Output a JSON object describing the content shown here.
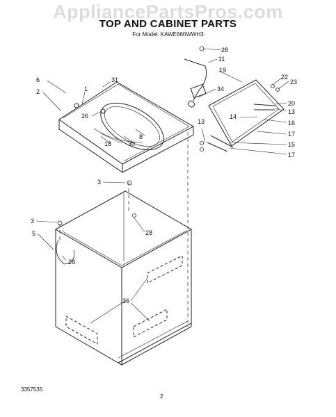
{
  "watermark": "AppliancePartsPros.com",
  "title": "TOP AND CABINET PARTS",
  "subtitle": "For Model: KAWE660WWH3",
  "footer_code": "3357535",
  "page_number": "2",
  "callouts": [
    "28",
    "11",
    "19",
    "22",
    "23",
    "6",
    "31",
    "1",
    "34",
    "2",
    "20",
    "13",
    "26",
    "14",
    "16",
    "17",
    "13",
    "8",
    "18",
    "30",
    "15",
    "17",
    "3",
    "28",
    "3",
    "5",
    "28",
    "36"
  ]
}
